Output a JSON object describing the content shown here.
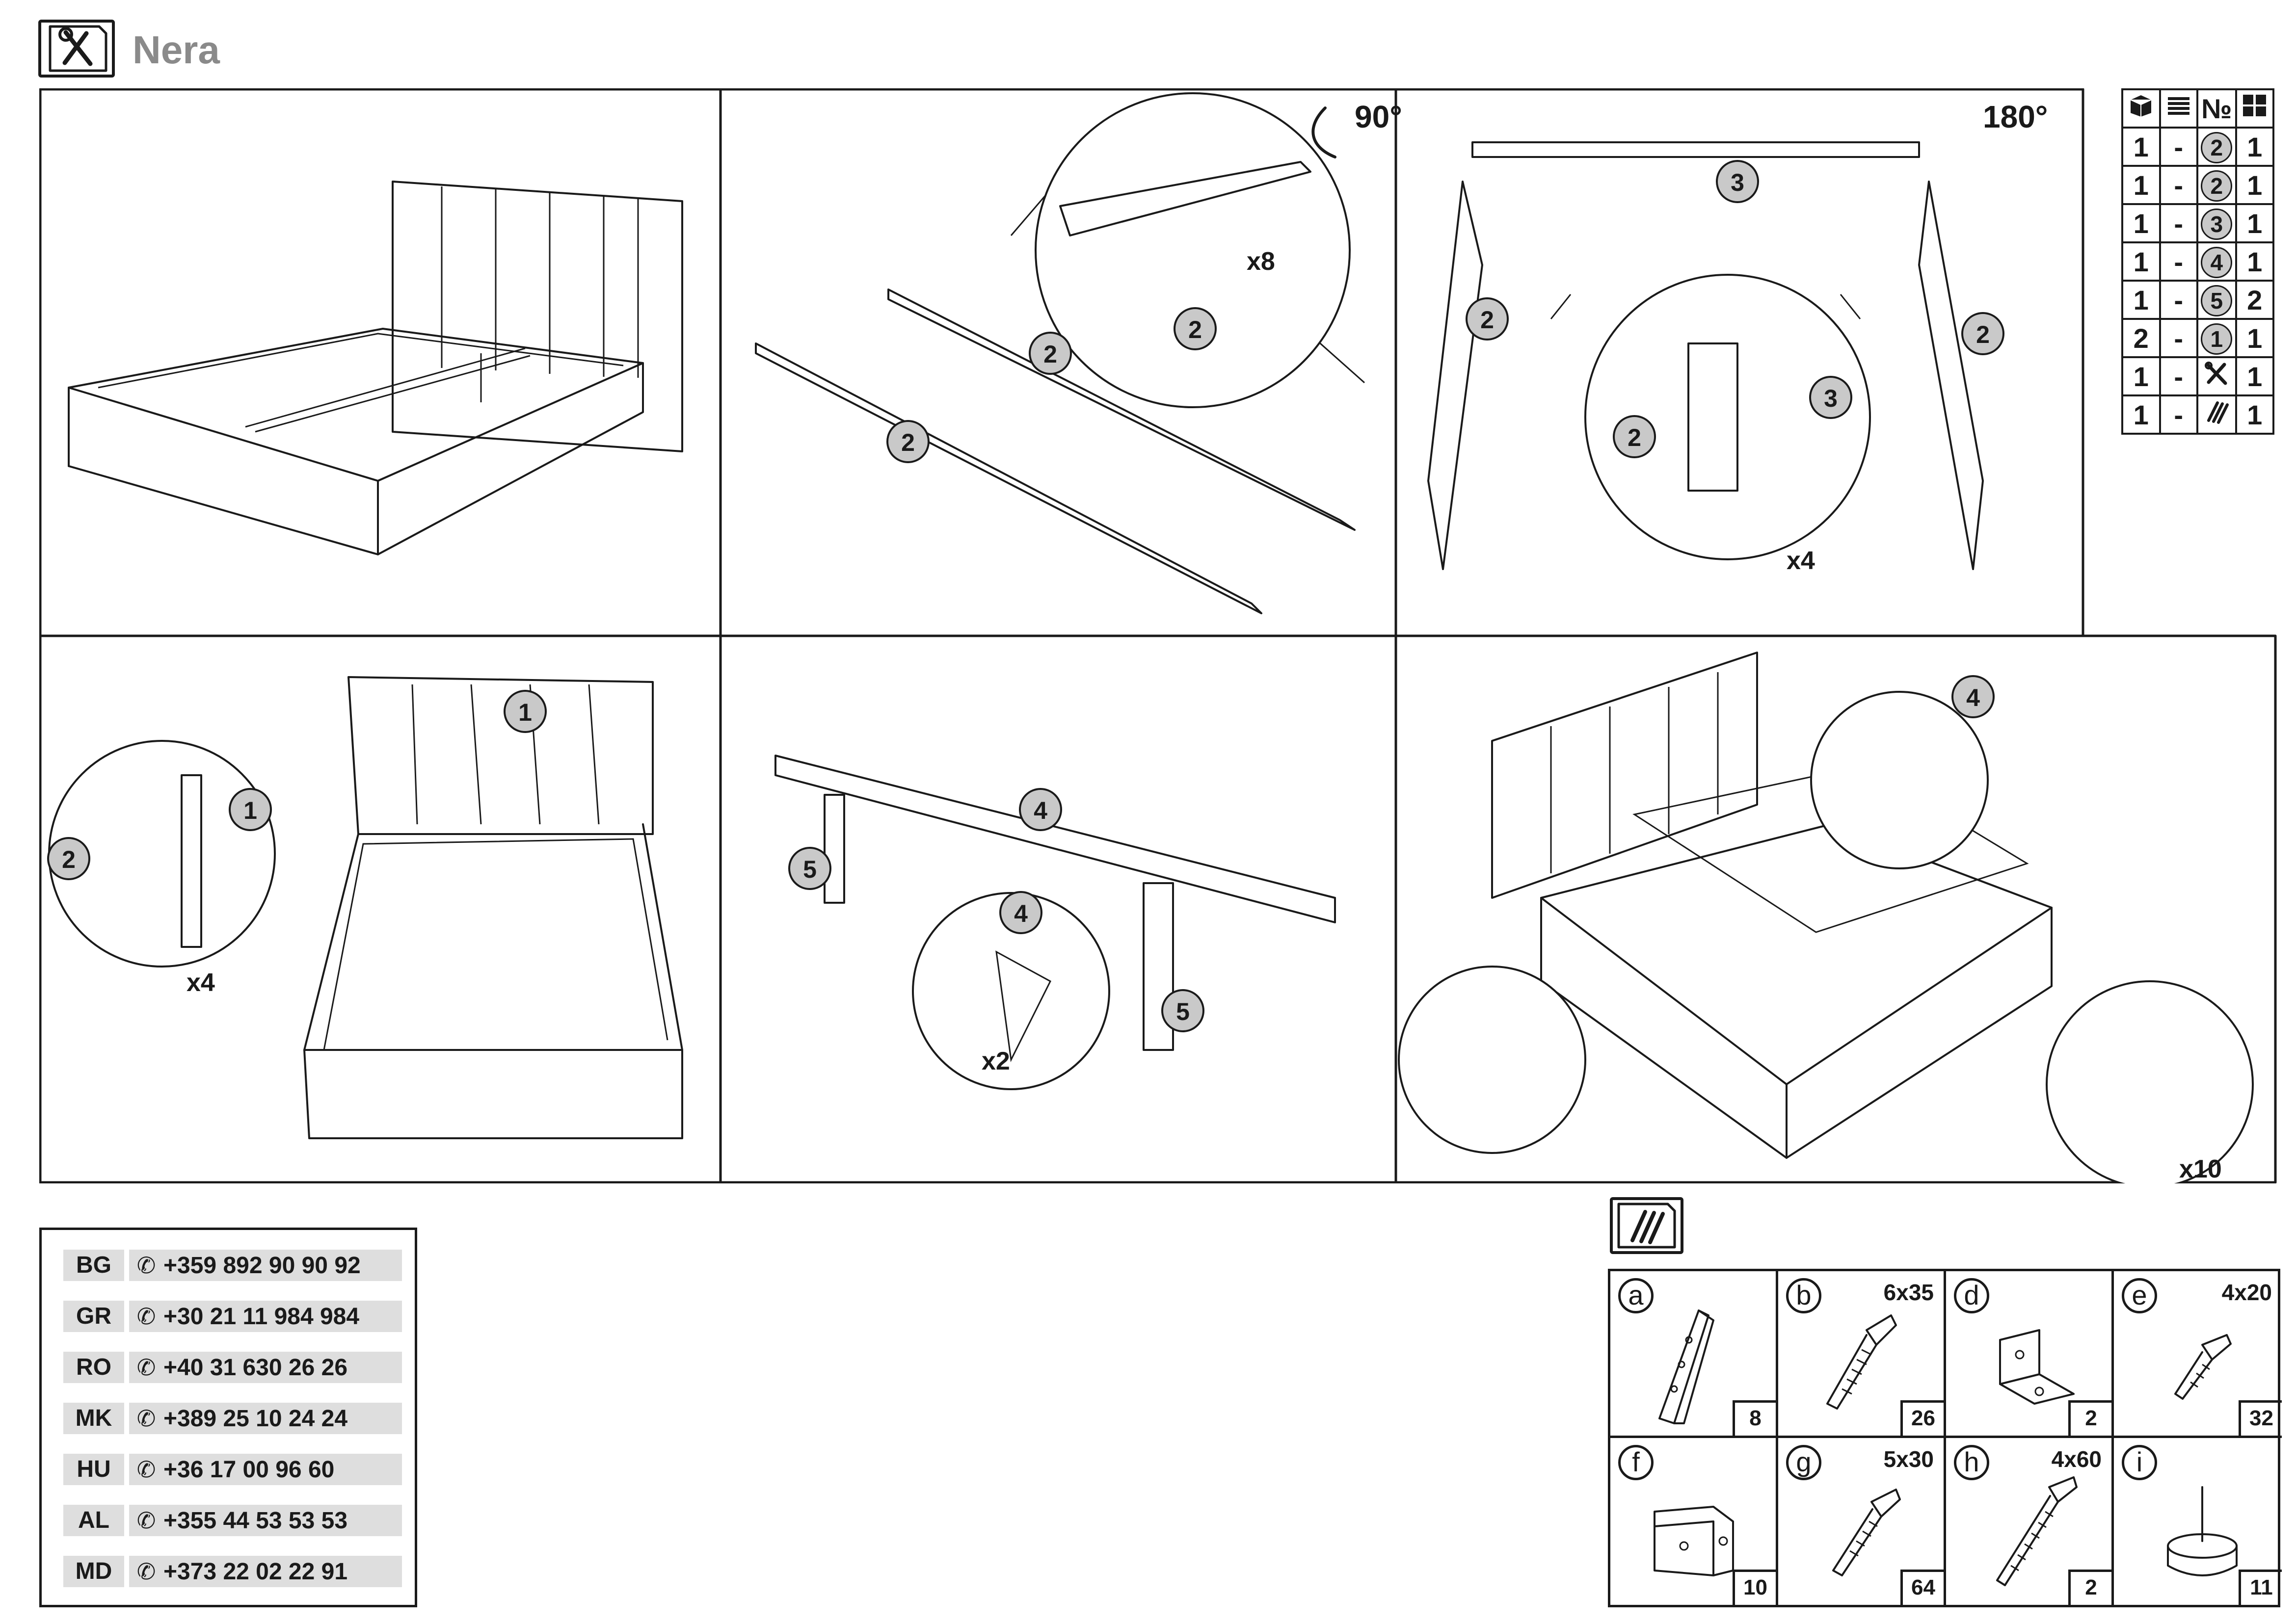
{
  "header": {
    "title": "Nera",
    "icon": "tools-icon"
  },
  "steps": {
    "rotate_90": "90°",
    "rotate_180": "180°",
    "qty_x8": "x8",
    "qty_x4_a": "x4",
    "qty_x4_b": "x4",
    "qty_x2": "x2",
    "qty_x10": "x10"
  },
  "parts_table": {
    "header_icons": [
      "box-icon",
      "stack-icon",
      "number-sign",
      "grid-icon"
    ],
    "number_header": "№",
    "rows": [
      {
        "qty": "1",
        "dash": "-",
        "part": "2",
        "count": "1"
      },
      {
        "qty": "1",
        "dash": "-",
        "part": "2",
        "count": "1"
      },
      {
        "qty": "1",
        "dash": "-",
        "part": "3",
        "count": "1"
      },
      {
        "qty": "1",
        "dash": "-",
        "part": "4",
        "count": "1"
      },
      {
        "qty": "1",
        "dash": "-",
        "part": "5",
        "count": "2"
      },
      {
        "qty": "2",
        "dash": "-",
        "part": "1",
        "count": "1"
      },
      {
        "qty": "1",
        "dash": "-",
        "part_icon": "tools-icon",
        "count": "1"
      },
      {
        "qty": "1",
        "dash": "-",
        "part_icon": "hardware-icon",
        "count": "1"
      }
    ]
  },
  "phones": [
    {
      "code": "BG",
      "number": "+359 892 90 90 92"
    },
    {
      "code": "GR",
      "number": "+30 21 11 984 984"
    },
    {
      "code": "RO",
      "number": "+40 31 630 26 26"
    },
    {
      "code": "MK",
      "number": "+389 25 10 24 24"
    },
    {
      "code": "HU",
      "number": "+36 17 00 96 60"
    },
    {
      "code": "AL",
      "number": "+355 44 53 53 53"
    },
    {
      "code": "MD",
      "number": "+373 22 02 22 91"
    }
  ],
  "phone_icon": "phone-icon",
  "hardware": [
    {
      "letter": "a",
      "size": "",
      "count": "8",
      "icon": "angle-bracket-icon"
    },
    {
      "letter": "b",
      "size": "6x35",
      "count": "26",
      "icon": "screw-icon"
    },
    {
      "letter": "d",
      "size": "",
      "count": "2",
      "icon": "corner-bracket-icon"
    },
    {
      "letter": "e",
      "size": "4x20",
      "count": "32",
      "icon": "screw-icon"
    },
    {
      "letter": "f",
      "size": "",
      "count": "10",
      "icon": "lift-bracket-icon"
    },
    {
      "letter": "g",
      "size": "5x30",
      "count": "64",
      "icon": "screw-icon"
    },
    {
      "letter": "h",
      "size": "4x60",
      "count": "2",
      "icon": "screw-icon"
    },
    {
      "letter": "i",
      "size": "",
      "count": "11",
      "icon": "glide-foot-icon"
    }
  ]
}
